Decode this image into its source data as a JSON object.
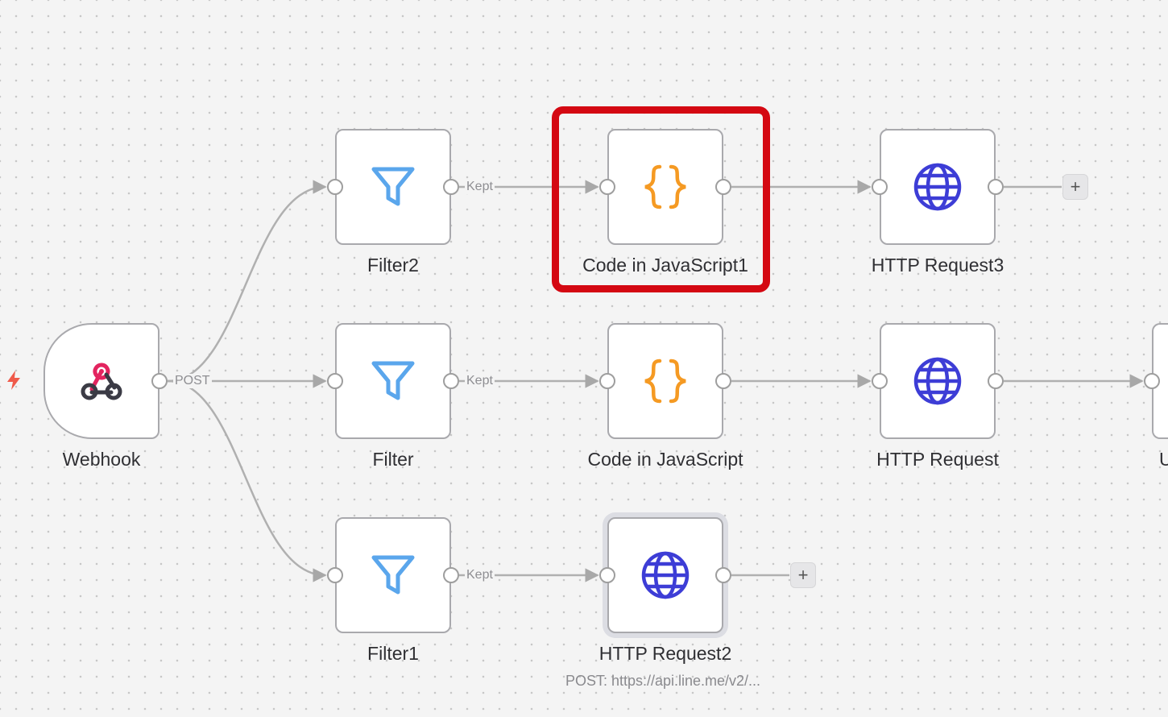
{
  "nodes": {
    "webhook": {
      "label": "Webhook",
      "icon": "webhook-icon"
    },
    "filter2": {
      "label": "Filter2",
      "icon": "filter-icon"
    },
    "filter": {
      "label": "Filter",
      "icon": "filter-icon"
    },
    "filter1": {
      "label": "Filter1",
      "icon": "filter-icon"
    },
    "code_js1": {
      "label": "Code in JavaScript1",
      "icon": "code-braces-icon"
    },
    "code_js": {
      "label": "Code in JavaScript",
      "icon": "code-braces-icon"
    },
    "http_request3": {
      "label": "HTTP Request3",
      "icon": "globe-icon"
    },
    "http_request": {
      "label": "HTTP Request",
      "icon": "globe-icon"
    },
    "http_request2": {
      "label": "HTTP Request2",
      "subtitle": "POST: https://api.line.me/v2/...",
      "icon": "globe-icon"
    },
    "partial_right": {
      "label": "U"
    }
  },
  "connections": {
    "webhook_output": "POST",
    "filter_output": "Kept",
    "add_node": "+"
  },
  "colors": {
    "canvas_bg": "#f4f4f4",
    "filter_icon": "#5aa6ec",
    "code_icon": "#f59a23",
    "globe_icon": "#3d3dd6",
    "webhook_icon_pink": "#e3245f",
    "webhook_icon_dark": "#3b3b45",
    "highlight": "#d40812",
    "trigger_bolt": "#ef5a4a"
  }
}
